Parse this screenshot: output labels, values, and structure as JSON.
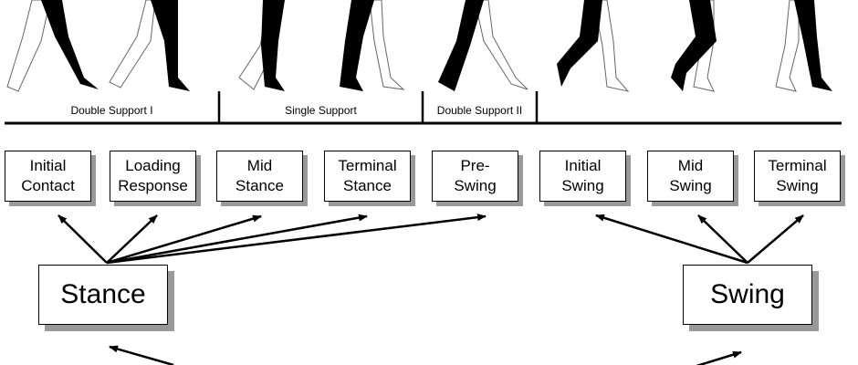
{
  "support_periods": [
    "Double Support I",
    "Single Support",
    "Double Support II"
  ],
  "phases": [
    {
      "line1": "Initial",
      "line2": "Contact"
    },
    {
      "line1": "Loading",
      "line2": "Response"
    },
    {
      "line1": "Mid",
      "line2": "Stance"
    },
    {
      "line1": "Terminal",
      "line2": "Stance"
    },
    {
      "line1": "Pre-",
      "line2": "Swing"
    },
    {
      "line1": "Initial",
      "line2": "Swing"
    },
    {
      "line1": "Mid",
      "line2": "Swing"
    },
    {
      "line1": "Terminal",
      "line2": "Swing"
    }
  ],
  "stance_label": "Stance",
  "swing_label": "Swing"
}
